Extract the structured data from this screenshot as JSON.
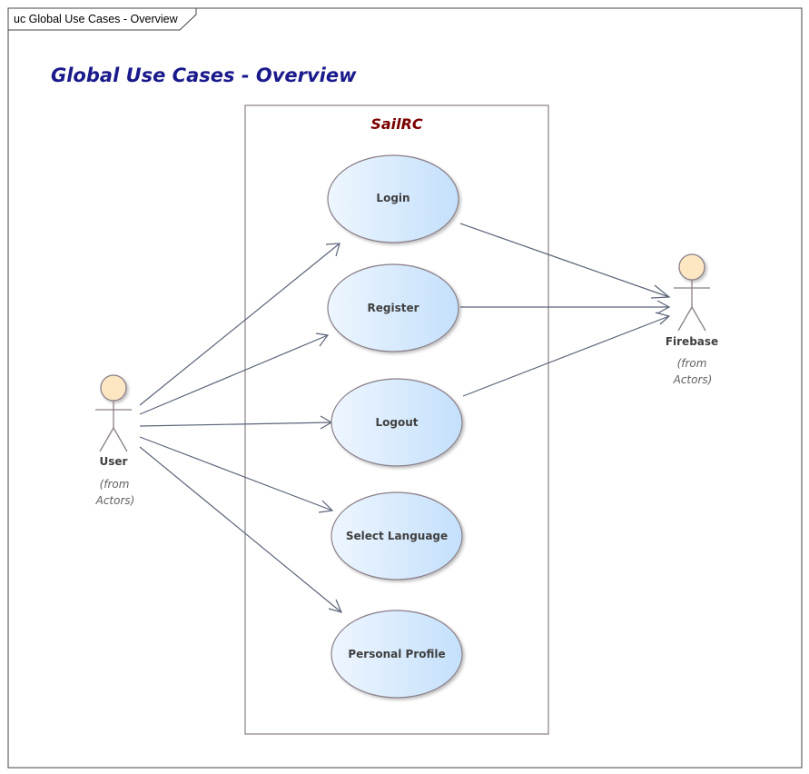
{
  "frame": {
    "tab_label": "uc Global Use Cases - Overview"
  },
  "title": "Global Use Cases - Overview",
  "system": {
    "name": "SailRC"
  },
  "use_cases": [
    {
      "id": "login",
      "label": "Login"
    },
    {
      "id": "register",
      "label": "Register"
    },
    {
      "id": "logout",
      "label": "Logout"
    },
    {
      "id": "select-language",
      "label": "Select Language"
    },
    {
      "id": "personal-profile",
      "label": "Personal Profile"
    }
  ],
  "actors": [
    {
      "id": "user",
      "name": "User",
      "note_line1": "(from",
      "note_line2": "Actors)"
    },
    {
      "id": "firebase",
      "name": "Firebase",
      "note_line1": "(from",
      "note_line2": "Actors)"
    }
  ],
  "associations": [
    {
      "from": "user",
      "to": "login"
    },
    {
      "from": "user",
      "to": "register"
    },
    {
      "from": "user",
      "to": "logout"
    },
    {
      "from": "user",
      "to": "select-language"
    },
    {
      "from": "user",
      "to": "personal-profile"
    },
    {
      "from": "login",
      "to": "firebase"
    },
    {
      "from": "register",
      "to": "firebase"
    },
    {
      "from": "logout",
      "to": "firebase"
    }
  ],
  "colors": {
    "title": "#1a1a8c",
    "system_name": "#7a0000",
    "actor_head": "#fde7c3",
    "usecase_light": "#eef6ff",
    "usecase_dark": "#c4e0fb",
    "line": "#5a6478",
    "outline": "#8a7f88"
  }
}
